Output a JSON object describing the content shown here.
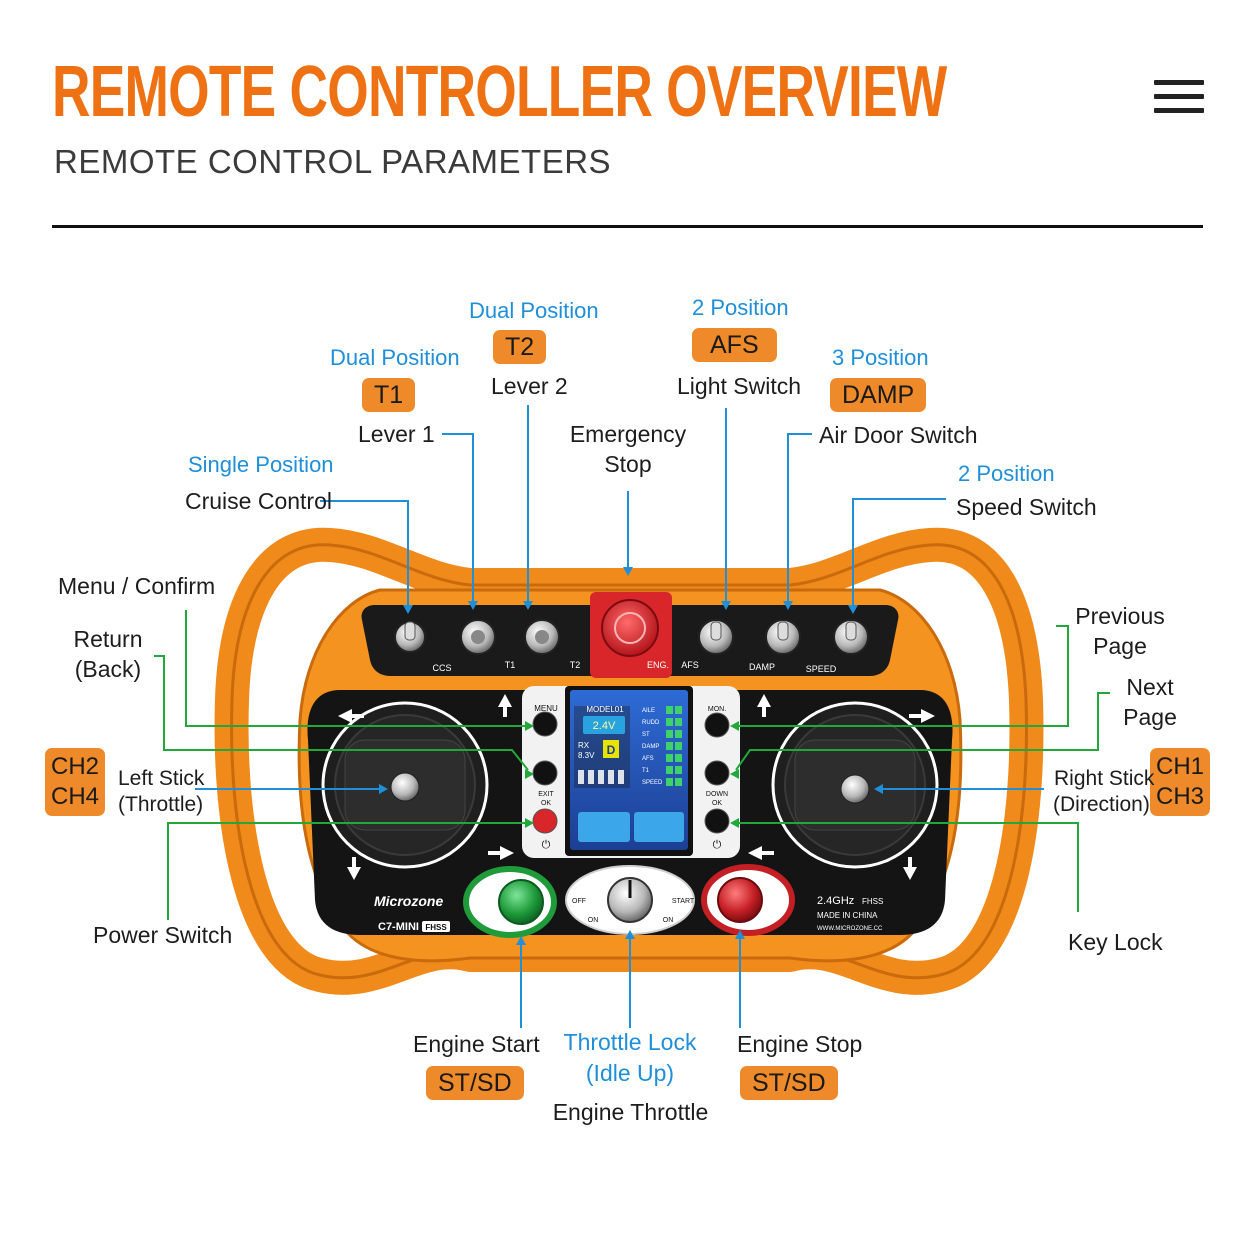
{
  "header": {
    "title": "REMOTE CONTROLLER OVERVIEW",
    "subtitle": "REMOTE CONTROL PARAMETERS"
  },
  "labels": {
    "cruise_type": "Single Position",
    "cruise": "Cruise Control",
    "t1_type": "Dual Position",
    "t1_tag": "T1",
    "t1": "Lever 1",
    "t2_type": "Dual Position",
    "t2_tag": "T2",
    "t2": "Lever 2",
    "estop_l1": "Emergency",
    "estop_l2": "Stop",
    "afs_type": "2 Position",
    "afs_tag": "AFS",
    "afs": "Light Switch",
    "damp_type": "3 Position",
    "damp_tag": "DAMP",
    "damp": "Air Door Switch",
    "speed_type": "2 Position",
    "speed": "Speed Switch",
    "menu": "Menu / Confirm",
    "return_l1": "Return",
    "return_l2": "(Back)",
    "left_ch_1": "CH2",
    "left_ch_2": "CH4",
    "left_stick_l1": "Left Stick",
    "left_stick_l2": "(Throttle)",
    "power": "Power Switch",
    "prev_l1": "Previous",
    "prev_l2": "Page",
    "next_l1": "Next",
    "next_l2": "Page",
    "right_ch_1": "CH1",
    "right_ch_2": "CH3",
    "right_stick_l1": "Right Stick",
    "right_stick_l2": "(Direction)",
    "keylock": "Key Lock",
    "engine_start": "Engine Start",
    "start_tag": "ST/SD",
    "throttle_lock_l1": "Throttle Lock",
    "throttle_lock_l2": "(Idle Up)",
    "engine_throttle": "Engine Throttle",
    "engine_stop": "Engine Stop",
    "stop_tag": "ST/SD"
  },
  "device": {
    "brand": "Microzone",
    "model": "C7-MINI",
    "model_badge": "FHSS",
    "freq": "2.4GHz",
    "freq_suffix": "FHSS",
    "made_in": "MADE IN CHINA",
    "website": "WWW.MICROZONE.CC",
    "switch_ccs": "CCS",
    "switch_t1": "T1",
    "switch_t2": "T2",
    "switch_eng": "ENG.",
    "switch_afs": "AFS",
    "switch_damp": "DAMP",
    "switch_speed": "SPEED",
    "btn_menu": "MENU",
    "btn_exit": "EXIT",
    "btn_ok": "OK",
    "btn_mon": "MON.",
    "btn_down": "DOWN",
    "btn_ok2": "OK",
    "knob_off": "OFF",
    "knob_on": "ON",
    "knob_start": "START",
    "screen_model": "MODEL01",
    "screen_voltage": "2.4V",
    "screen_rx": "RX",
    "screen_rx_v": "8.3V",
    "screen_mode": "D",
    "screen_rows": [
      "AILE",
      "RUDD",
      "ST",
      "DAMP",
      "AFS",
      "T1",
      "SPEED"
    ]
  },
  "colors": {
    "accent_orange": "#ee7214",
    "tag_orange": "#ee8a2a",
    "label_blue": "#1e8fd8",
    "leader_blue": "#1e8fd8",
    "leader_green": "#22a83a",
    "body_orange": "#f08a1a",
    "body_black": "#1a1a1a",
    "estop_red": "#d8262a",
    "start_green": "#1f9b3a",
    "stop_red": "#c41f25"
  }
}
